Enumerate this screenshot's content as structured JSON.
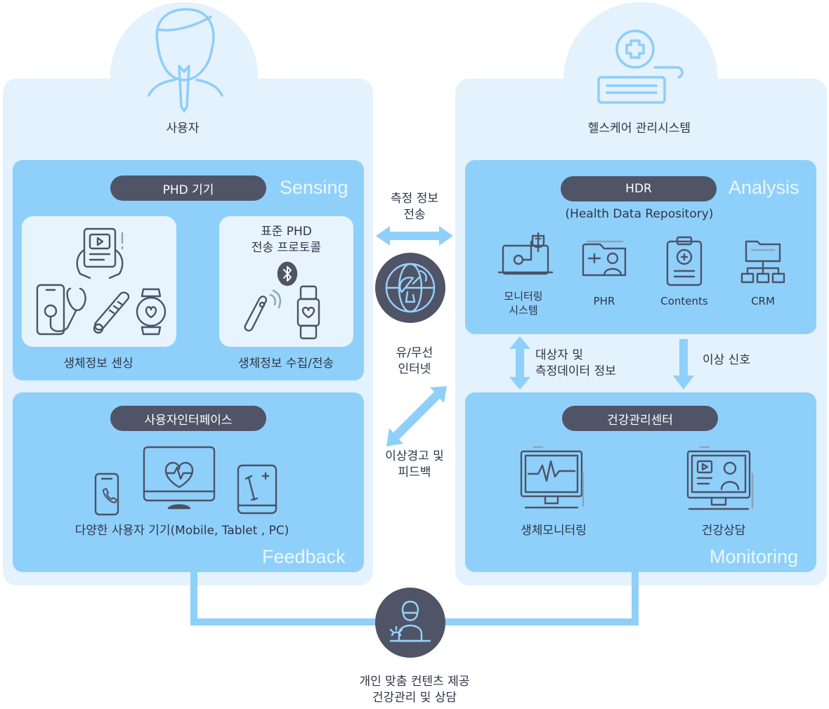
{
  "user_side": {
    "title": "사용자",
    "sensing": {
      "tag": "Sensing",
      "pill": "PHD 기기",
      "card_left_label": "생체정보 센싱",
      "card_right_title": "표준 PHD\n전송 프로토콜",
      "card_right_label": "생체정보 수집/전송"
    },
    "feedback": {
      "tag": "Feedback",
      "pill": "사용자인터페이스",
      "devices_label": "다양한 사용자 기기(Mobile, Tablet , PC)"
    }
  },
  "health_side": {
    "title": "헬스케어 관리시스템",
    "analysis": {
      "tag": "Analysis",
      "pill": "HDR",
      "subtitle": "(Health Data Repository)",
      "items": [
        {
          "label": "모니터링\n시스템",
          "icon": "monitor-medical-icon"
        },
        {
          "label": "PHR",
          "icon": "health-record-folder-icon"
        },
        {
          "label": "Contents",
          "icon": "clipboard-icon"
        },
        {
          "label": "CRM",
          "icon": "org-chart-icon"
        }
      ]
    },
    "monitoring": {
      "tag": "Monitoring",
      "pill": "건강관리센터",
      "items": [
        {
          "label": "생체모니터링",
          "icon": "vital-monitor-icon"
        },
        {
          "label": "건강상담",
          "icon": "video-consult-icon"
        }
      ]
    }
  },
  "center": {
    "measure_transfer": "측정 정보\n전송",
    "network": "유/무선\n인터넷",
    "alert_feedback": "이상경고 및\n피드백"
  },
  "right_links": {
    "subject_data": "대상자 및\n측정데이터 정보",
    "anomaly_signal": "이상 신호"
  },
  "bottom": {
    "caption": "개인 맞춤 컨텐츠 제공\n건강관리 및 상담"
  },
  "colors": {
    "panel": "#e3f2fc",
    "zone": "#8fd0fb",
    "pill": "#4f5467",
    "arrow": "#8fd0fb",
    "icon": "#4b5366"
  }
}
